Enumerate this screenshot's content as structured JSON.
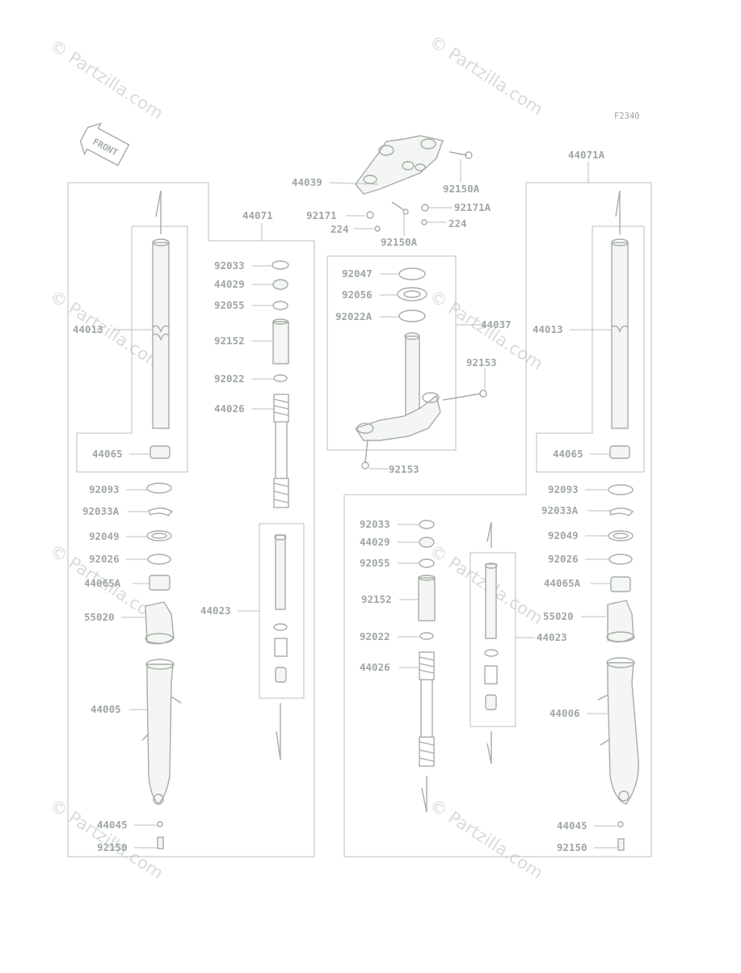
{
  "diagram": {
    "ref_code": "F2340",
    "front_tag": "FRONT",
    "watermark": "© Partzilla.com",
    "labels": {
      "l44071": "44071",
      "l44071A": "44071A",
      "l44039": "44039",
      "l92150A_1": "92150A",
      "l92171_1": "92171",
      "l224_1": "224",
      "l92150A_2": "92150A",
      "l92171A": "92171A",
      "l224_2": "224",
      "l92047": "92047",
      "l92056": "92056",
      "l92022A": "92022A",
      "l44037": "44037",
      "l92153_1": "92153",
      "l92153_2": "92153",
      "L92033": "92033",
      "L44029": "44029",
      "L92055": "92055",
      "L92152": "92152",
      "L92022": "92022",
      "L44026": "44026",
      "L44023": "44023",
      "L44013": "44013",
      "L44065": "44065",
      "L92093": "92093",
      "L92033A": "92033A",
      "L92049": "92049",
      "L92026": "92026",
      "L44065A": "44065A",
      "L55020": "55020",
      "L44005": "44005",
      "L44045": "44045",
      "L92150": "92150",
      "R92033": "92033",
      "R44029": "44029",
      "R92055": "92055",
      "R92152": "92152",
      "R92022": "92022",
      "R44026": "44026",
      "R44023": "44023",
      "R44013": "44013",
      "R44065": "44065",
      "R92093": "92093",
      "R92033A": "92033A",
      "R92049": "92049",
      "R92026": "92026",
      "R44065A": "44065A",
      "R55020": "55020",
      "R44006": "44006",
      "R44045": "44045",
      "R92150": "92150"
    }
  }
}
